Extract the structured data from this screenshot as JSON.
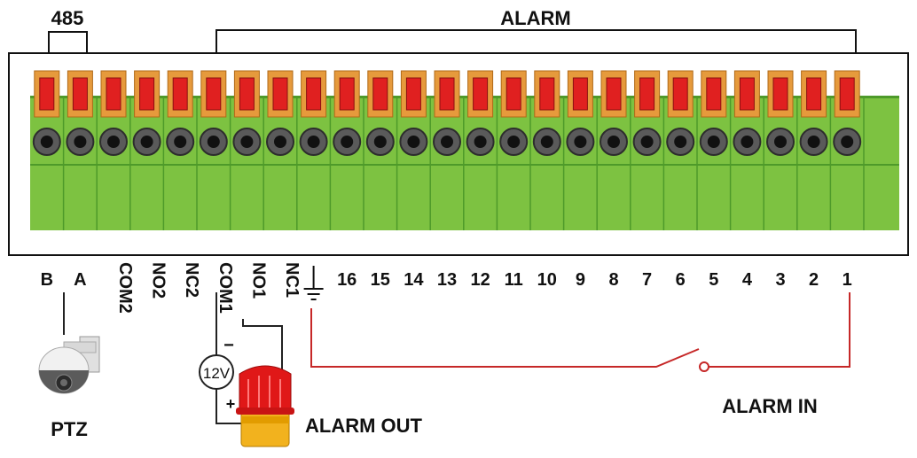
{
  "header": {
    "bus_label": "485",
    "alarm_label": "ALARM"
  },
  "terminals": [
    {
      "label": "B",
      "vertical": false
    },
    {
      "label": "A",
      "vertical": false
    },
    {
      "label": "COM2",
      "vertical": true
    },
    {
      "label": "NO2",
      "vertical": true
    },
    {
      "label": "NC2",
      "vertical": true
    },
    {
      "label": "COM1",
      "vertical": true
    },
    {
      "label": "NO1",
      "vertical": true
    },
    {
      "label": "NC1",
      "vertical": true
    },
    {
      "label": "",
      "vertical": false,
      "ground": true
    },
    {
      "label": "16",
      "vertical": false
    },
    {
      "label": "15",
      "vertical": false
    },
    {
      "label": "14",
      "vertical": false
    },
    {
      "label": "13",
      "vertical": false
    },
    {
      "label": "12",
      "vertical": false
    },
    {
      "label": "11",
      "vertical": false
    },
    {
      "label": "10",
      "vertical": false
    },
    {
      "label": "9",
      "vertical": false
    },
    {
      "label": "8",
      "vertical": false
    },
    {
      "label": "7",
      "vertical": false
    },
    {
      "label": "6",
      "vertical": false
    },
    {
      "label": "5",
      "vertical": false
    },
    {
      "label": "4",
      "vertical": false
    },
    {
      "label": "3",
      "vertical": false
    },
    {
      "label": "2",
      "vertical": false
    },
    {
      "label": "1",
      "vertical": false
    }
  ],
  "devices": {
    "ptz_label": "PTZ",
    "alarm_out_label": "ALARM OUT",
    "alarm_in_label": "ALARM IN",
    "power_label": "12V",
    "minus_sign": "−",
    "plus_sign": "+"
  },
  "colors": {
    "terminal_green": "#7dc241",
    "terminal_dark_green": "#4e9a2a",
    "lever_orange": "#e69a3c",
    "lever_red": "#e02020",
    "wire_red": "#c62828",
    "wire_black": "#222222"
  }
}
